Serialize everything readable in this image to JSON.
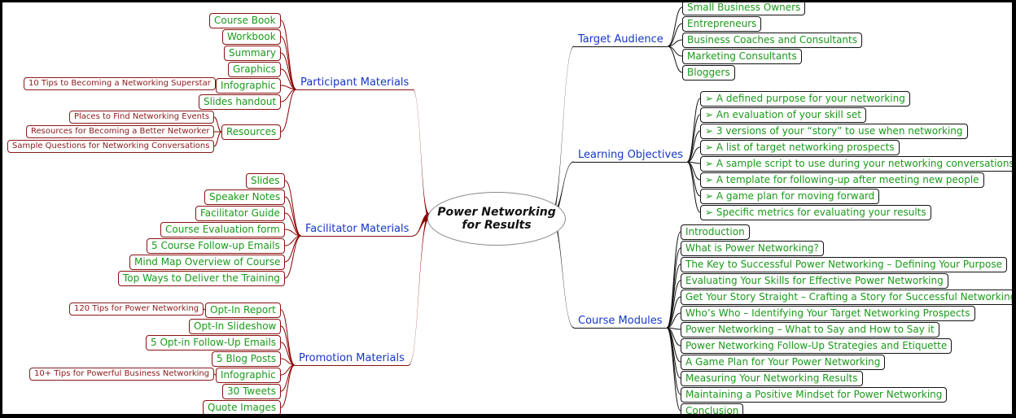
{
  "center": {
    "line1": "Power Networking",
    "line2": "for Results"
  },
  "left": [
    {
      "label": "Participant Materials",
      "children": [
        {
          "label": "Course Book"
        },
        {
          "label": "Workbook"
        },
        {
          "label": "Summary"
        },
        {
          "label": "Graphics"
        },
        {
          "label": "Infographic",
          "children": [
            "10 Tips to Becoming a Networking Superstar"
          ]
        },
        {
          "label": "Slides handout"
        },
        {
          "label": "Resources",
          "children": [
            "Places to Find Networking Events",
            "Resources for Becoming a Better Networker",
            "Sample Questions for Networking Conversations"
          ]
        }
      ]
    },
    {
      "label": "Facilitator Materials",
      "children": [
        {
          "label": "Slides"
        },
        {
          "label": "Speaker Notes"
        },
        {
          "label": "Facilitator Guide"
        },
        {
          "label": "Course Evaluation form"
        },
        {
          "label": "5 Course Follow-up Emails"
        },
        {
          "label": "Mind Map Overview of Course"
        },
        {
          "label": "Top Ways to Deliver the Training"
        }
      ]
    },
    {
      "label": "Promotion Materials",
      "children": [
        {
          "label": "Opt-In Report",
          "children": [
            "120 Tips for Power Networking"
          ]
        },
        {
          "label": "Opt-In Slideshow"
        },
        {
          "label": "5 Opt-in Follow-Up Emails"
        },
        {
          "label": "5 Blog Posts"
        },
        {
          "label": "Infographic",
          "children": [
            "10+ Tips for Powerful Business Networking"
          ]
        },
        {
          "label": "30 Tweets"
        },
        {
          "label": "Quote Images"
        }
      ]
    }
  ],
  "right": [
    {
      "label": "Target Audience",
      "children": [
        "Small Business Owners",
        "Entrepreneurs",
        "Business Coaches and Consultants",
        "Marketing Consultants",
        "Bloggers"
      ]
    },
    {
      "label": "Learning Objectives",
      "children": [
        "➢ A defined purpose for your networking",
        "➢ An evaluation of your skill set",
        "➢ 3 versions of your “story” to use when networking",
        "➢ A list of target networking prospects",
        "➢ A sample script to use during your networking conversations",
        "➢ A template for following-up after meeting new people",
        "➢ A game plan for moving forward",
        "➢ Specific metrics for evaluating your results"
      ]
    },
    {
      "label": "Course Modules",
      "children": [
        "Introduction",
        "What is Power Networking?",
        "The Key to Successful Power Networking – Defining Your Purpose",
        "Evaluating Your Skills for Effective Power Networking",
        "Get Your Story Straight – Crafting a Story for Successful Networking",
        "Who’s Who – Identifying Your Target Networking Prospects",
        "Power Networking – What to Say and How to Say it",
        "Power Networking Follow-Up Strategies and Etiquette",
        "A Game Plan for Your Power Networking",
        "Measuring Your Networking Results",
        "Maintaining a Positive Mindset for Power Networking",
        "Conclusion"
      ]
    }
  ],
  "colors": {
    "left_branch": "#8b0000",
    "right_branch": "#111111",
    "main_text": "#1536c8",
    "leaf_text": "#1a9a1a",
    "sub_text": "#8b1a1a"
  }
}
